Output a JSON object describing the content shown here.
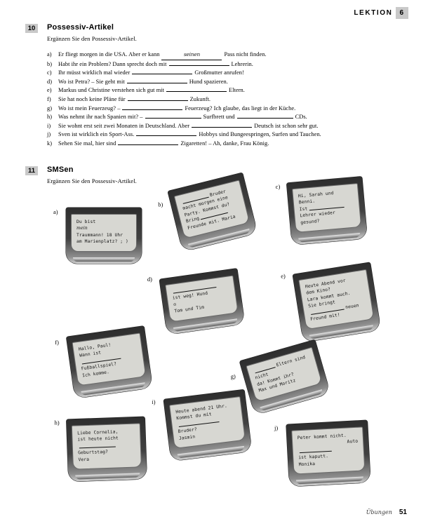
{
  "header": {
    "lektion_word": "LEKTION",
    "lektion_number": "6"
  },
  "exercise10": {
    "number": "10",
    "title": "Possessiv-Artikel",
    "instruction": "Ergänzen Sie den Possessiv-Artikel.",
    "items": [
      {
        "label": "a)",
        "pre": "Er fliegt morgen in die USA. Aber er kann",
        "answer": "seinen",
        "post": "Pass nicht finden."
      },
      {
        "label": "b)",
        "pre": "Habt ihr ein Problem? Dann sprecht doch mit",
        "answer": "",
        "post": "Lehrerin."
      },
      {
        "label": "c)",
        "pre": "Ihr müsst wirklich mal wieder",
        "answer": "",
        "post": "Großmutter anrufen!"
      },
      {
        "label": "d)",
        "pre": "Wo ist Petra? – Sie geht mit",
        "answer": "",
        "post": "Hund spazieren."
      },
      {
        "label": "e)",
        "pre": "Markus und Christine verstehen sich gut mit",
        "answer": "",
        "post": "Eltern."
      },
      {
        "label": "f)",
        "pre": "Sie hat noch keine Pläne für",
        "answer": "",
        "post": "Zukunft."
      },
      {
        "label": "g)",
        "pre": "Wo ist mein Feuerzeug? –",
        "answer": "",
        "post": "Feuerzeug? Ich glaube, das liegt in der Küche."
      },
      {
        "label": "h)",
        "pre": "Was nehmt ihr nach Spanien mit? –",
        "answer": "",
        "post": "Surfbrett und",
        "post2": "CDs."
      },
      {
        "label": "i)",
        "pre": "Sie wohnt erst seit zwei Monaten in Deutschland. Aber",
        "answer": "",
        "post": "Deutsch ist schon sehr gut."
      },
      {
        "label": "j)",
        "pre": "Sven ist wirklich ein Sport-Ass.",
        "answer": "",
        "post": "Hobbys sind Bungeespringen, Surfen und Tauchen."
      },
      {
        "label": "k)",
        "pre": "Sehen Sie mal, hier sind",
        "answer": "",
        "post": "Zigaretten! – Ah, danke, Frau König."
      }
    ]
  },
  "exercise11": {
    "number": "11",
    "title": "SMSen",
    "instruction": "Ergänzen Sie den Possessiv-Artikel.",
    "notes": [
      {
        "label": "a)",
        "line1": "Du bist",
        "hand": "mein",
        "line2": "Traummann! 18 Uhr",
        "line3": "am Marienplatz? ; )"
      },
      {
        "label": "b)",
        "line1_post": "Bruder",
        "line2": "macht morgen eine",
        "line3": "Party. Kommst du?",
        "line4_pre": "Bring",
        "line5": "Freunde mit. Maria"
      },
      {
        "label": "c)",
        "line1": "Hi, Sarah und",
        "line2": "Benni.",
        "line3_pre": "Ist",
        "line4": "Lehrer wieder",
        "line5": "gesund?"
      },
      {
        "label": "d)",
        "line2_pre": "ist weg!",
        "line2_post": "Hund",
        "line3": "☹",
        "line4": "Tom und Tim"
      },
      {
        "label": "e)",
        "line1": "Heute Abend vor",
        "line2": "dem Kino?",
        "line3": "Lara kommt auch.",
        "line4": "Sie bringt",
        "line5_post": "neuen",
        "line6": "Freund mit!"
      },
      {
        "label": "f)",
        "line1": "Hallo, Paul!",
        "line2": "Wann ist",
        "line3": "Fußballspiel?",
        "line4": "Ich komme."
      },
      {
        "label": "g)",
        "line1_post": "Eltern sind nicht",
        "line2": "da! Kommt ihr?",
        "line3": "Max und Moritz"
      },
      {
        "label": "h)",
        "line1": "Liebe Cornelia,",
        "line2": "ist heute nicht",
        "line3": "Geburtstag?",
        "line4": "Vera"
      },
      {
        "label": "i)",
        "line1": "Heute abend 21 Uhr.",
        "line2": "Kommst du mit",
        "line3": "Bruder?",
        "line4": "Jasmin"
      },
      {
        "label": "j)",
        "line1": "Peter kommt nicht.",
        "line2_post": "Auto",
        "line3": "ist kaputt.",
        "line4": "Monika"
      }
    ]
  },
  "footer": {
    "word": "Übungen",
    "page": "51"
  }
}
